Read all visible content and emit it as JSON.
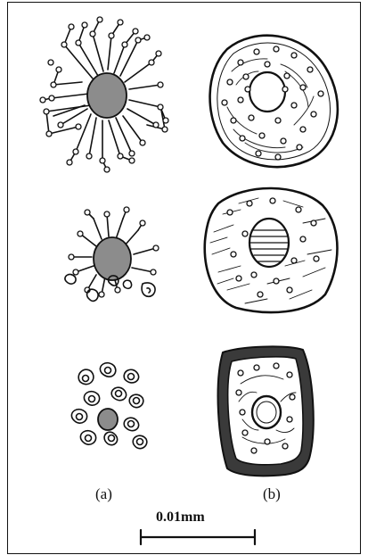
{
  "figure": {
    "panel_labels": {
      "left": "(a)",
      "right": "(b)"
    },
    "scale_bar_label": "0.01mm"
  },
  "colors": {
    "ink": "#111111",
    "nucleus_fill": "#8c8c8c",
    "paper": "#ffffff"
  }
}
